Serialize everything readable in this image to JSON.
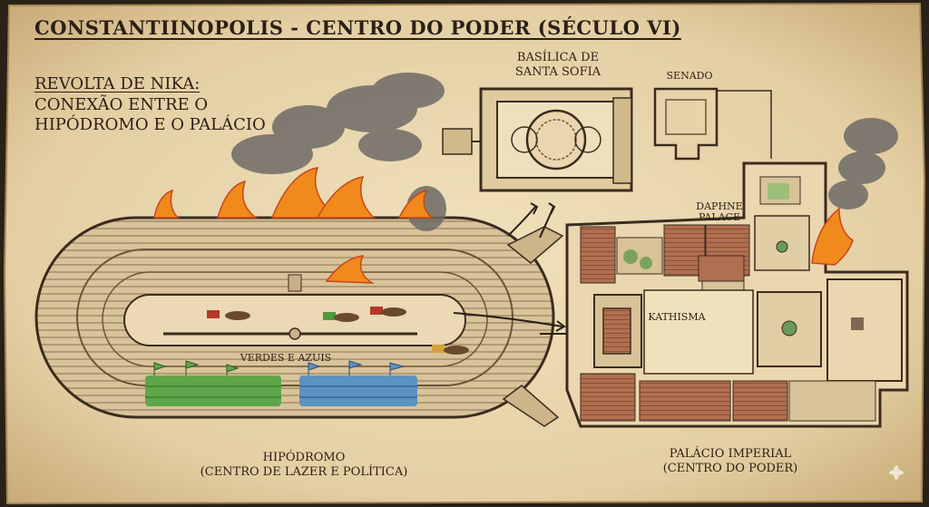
{
  "title": "CONSTANTIINOPOLIS - CENTRO DO PODER (SÉCULO VI)",
  "caption": {
    "line1": "REVOLTA DE NIKA:",
    "line2": "CONEXÃO ENTRE O",
    "line3": "HIPÓDROMO E O PALÁCIO"
  },
  "places": {
    "basilica_line1": "BASÍLICA DE",
    "basilica_line2": "SANTA SOFIA",
    "senado": "SENADO",
    "daphne_line1": "DAPHNE",
    "daphne_line2": "PALACE",
    "kathisma": "KATHISMA",
    "factions": "VERDES E AZUIS",
    "hippodrome_line1": "HIPÓDROMO",
    "hippodrome_line2": "(CENTRO DE LAZER E POLÍTICA)",
    "palace_line1": "PALÁCIO IMPERIAL",
    "palace_line2": "(CENTRO DO PODER)"
  },
  "colors": {
    "parchment": "#e8d6ae",
    "ink": "#2b1f16",
    "roof": "#a9664a",
    "green_faction": "#4f9a3c",
    "blue_faction": "#4f86b8",
    "fire": "#f08a1c",
    "smoke": "#6e6a66"
  }
}
